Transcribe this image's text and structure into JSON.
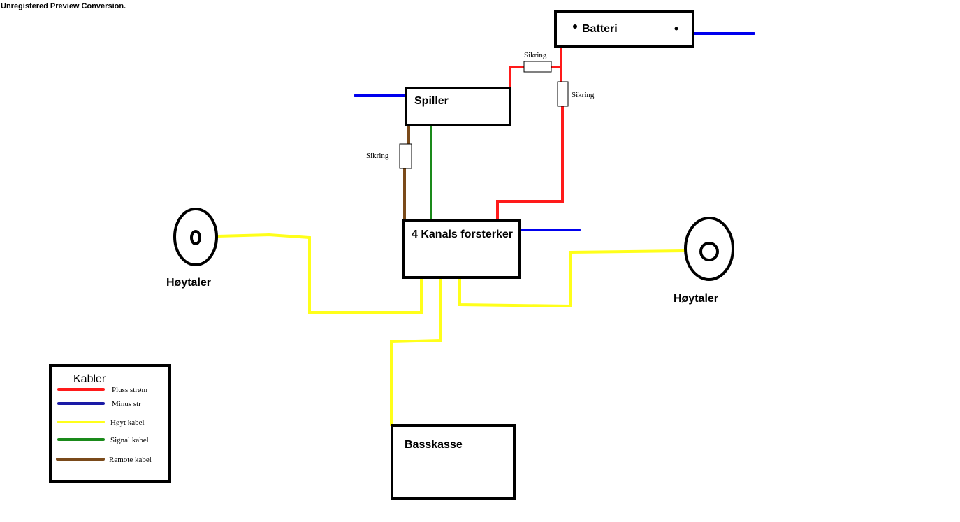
{
  "watermark": "Unregistered Preview Conversion.",
  "components": {
    "battery": "Batteri",
    "player": "Spiller",
    "amplifier": "4 Kanals forsterker",
    "subwoofer": "Basskasse",
    "speaker_left": "Høytaler",
    "speaker_right": "Høytaler"
  },
  "fuses": {
    "fuse_top": "Sikring",
    "fuse_right": "Sikring",
    "fuse_remote": "Sikring"
  },
  "legend": {
    "title": "Kabler",
    "entries": [
      {
        "label": "Pluss strøm",
        "color": "#ff1a1a"
      },
      {
        "label": "Minus str",
        "color": "#1a1aa6"
      },
      {
        "label": "Høyt kabel",
        "color": "#ffff1a"
      },
      {
        "label": "Signal kabel",
        "color": "#1a8a1a"
      },
      {
        "label": "Remote kabel",
        "color": "#7a4a1a"
      }
    ]
  },
  "colors": {
    "plus": "#ff1a1a",
    "minus": "#0000ee",
    "speaker_cable": "#ffff1a",
    "signal": "#1a8a1a",
    "remote": "#7a4a1a"
  }
}
